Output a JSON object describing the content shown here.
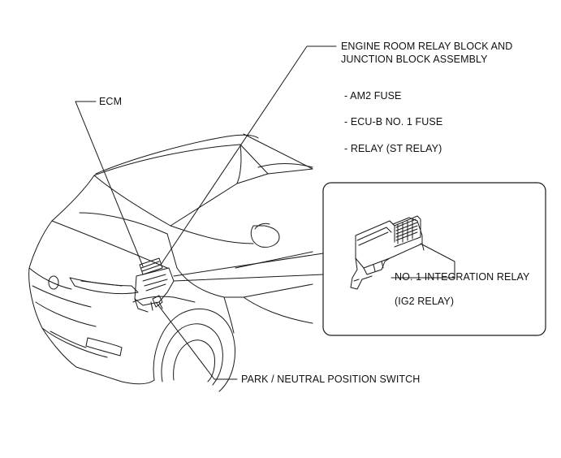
{
  "labels": {
    "ecm": "ECM",
    "engine_room_line1": "ENGINE ROOM RELAY BLOCK AND",
    "engine_room_line2": "JUNCTION BLOCK ASSEMBLY",
    "am2_fuse": "- AM2 FUSE",
    "ecu_b_fuse": "- ECU-B NO. 1 FUSE",
    "relay_st": "- RELAY  (ST RELAY)",
    "integration_relay": "NO. 1 INTEGRATION RELAY",
    "ig2_relay": "(IG2 RELAY)",
    "park_neutral_switch": "PARK / NEUTRAL POSITION SWITCH"
  }
}
